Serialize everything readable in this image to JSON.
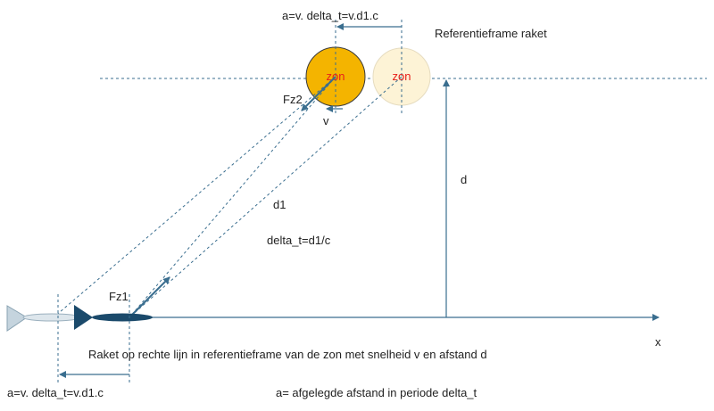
{
  "labels": {
    "top_formula": "a=v. delta_t=v.d1.c",
    "frame_title": "Referentieframe raket",
    "sun_text": "zon",
    "sun_ghost_text": "zon",
    "fz2": "Fz2",
    "v": "v",
    "d": "d",
    "d1": "d1",
    "delta": "delta_t=d1/c",
    "fz1": "Fz1",
    "x_axis": "x",
    "caption": "Raket op rechte lijn in referentieframe van de zon met snelheid v en afstand d",
    "bottom_formula": "a=v. delta_t=v.d1.c",
    "bottom_note": "a= afgelegde afstand in periode delta_t"
  },
  "colors": {
    "sun": "#f4b400",
    "sun_ghost": "#fdf3d6",
    "sun_text": "#e8201a",
    "line": "#3a6e8f",
    "rocket_dark": "#1b4a6b",
    "rocket_ghost": "#c5d4de"
  }
}
